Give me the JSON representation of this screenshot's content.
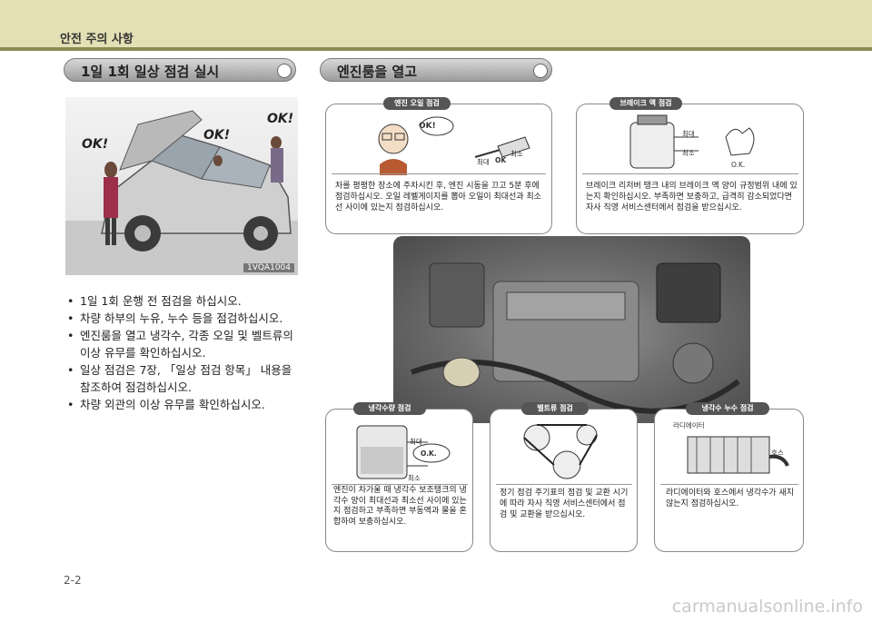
{
  "header": {
    "title": "안전 주의 사항"
  },
  "left": {
    "section_title": "1일 1회 일상 점검 실시",
    "photo": {
      "ok_labels": [
        "OK!",
        "OK!",
        "OK!"
      ],
      "code": "1VQA1004"
    },
    "bullets": [
      "1일 1회 운행 전 점검을 하십시오.",
      "차량 하부의 누유, 누수 등을 점검하십시오.",
      "엔진룸을 열고 냉각수, 각종 오일 및 벨트류의 이상 유무를 확인하십시오.",
      "일상 점검은 7장, 「일상 점검 항목」 내용을 참조하여 점검하십시오.",
      "차량 외관의 이상 유무를 확인하십시오."
    ]
  },
  "right": {
    "section_title": "엔진룸을 열고",
    "engine_oil": {
      "tag": "엔진 오일 점검",
      "ok_bubble": "OK!",
      "dipstick": {
        "max": "최대",
        "min": "최소",
        "ok": "OK"
      },
      "text": "차를 평평한 장소에 주차시킨 후, 엔진 시동을 끄고 5분 후에 점검하십시오. 오일 레벨게이지를 뽑아 오일이 최대선과 최소선 사이에 있는지 점검하십시오."
    },
    "brake_fluid": {
      "tag": "브레이크 액 점검",
      "max": "최대",
      "min": "최소",
      "ok": "O.K.",
      "text": "브레이크 리저버 탱크 내의 브레이크 액 양이 규정범위 내에 있는지 확인하십시오. 부족하면 보충하고, 급격히 감소되었다면 자사 직영 서비스센터에서 점검을 받으십시오."
    },
    "coolant_level": {
      "tag": "냉각수량 점검",
      "max": "최대",
      "min": "최소",
      "ok": "O.K.",
      "text": "엔진이 차가울 때 냉각수 보조탱크의 냉각수 양이 최대선과 최소선 사이에 있는지 점검하고 부족하면 부동액과 물을 혼합하여 보충하십시오."
    },
    "belt": {
      "tag": "벨트류 점검",
      "text": "정기 점검 주기표의 점검 및 교환 시기에 따라 자사 직영 서비스센터에서 점검 및 교환을 받으십시오."
    },
    "coolant_leak": {
      "tag": "냉각수 누수 점검",
      "radiator": "라디에이터",
      "hose": "호스",
      "text": "라디에이터와 호스에서 냉각수가 새지 않는지 점검하십시오."
    }
  },
  "footer": {
    "page": "2-2",
    "watermark": "carmanualsonline.info"
  }
}
